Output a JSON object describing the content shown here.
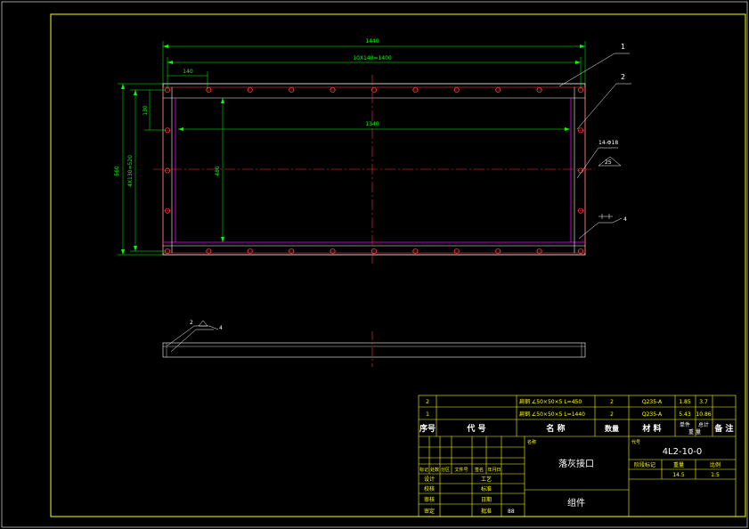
{
  "drawing": {
    "dimensions": {
      "overall_width": "1440",
      "hole_span": "10X140=1400",
      "first_pitch": "140",
      "inner_width": "1340",
      "overall_height": "560",
      "vertical_span": "4X130=520",
      "vertical_pitch": "130",
      "inner_height": "480"
    },
    "callouts": {
      "part1": "1",
      "part2": "2",
      "holes": "14-Φ18",
      "weld1": "4",
      "weld_section": "2",
      "weld_section_size": "4",
      "sym_a": "25"
    }
  },
  "title_block": {
    "parts": [
      {
        "no": "2",
        "code": "",
        "name": "扁钢 ∠50×50×5 L=450",
        "qty": "2",
        "material": "Q235-A",
        "unit": "1.85",
        "total": "3.7"
      },
      {
        "no": "1",
        "code": "",
        "name": "扁钢 ∠50×50×5 L=1440",
        "qty": "2",
        "material": "Q235-A",
        "unit": "5.43",
        "total": "10.86"
      }
    ],
    "headers": {
      "no": "序号",
      "code": "代 号",
      "name": "名 称",
      "qty": "数量",
      "material": "材 料",
      "unit": "单件",
      "total": "总计",
      "weight": "重 量",
      "remark": "备 注"
    },
    "mini_labels": {
      "name_tag": "名称",
      "code_tag": "代号"
    },
    "revision_header": [
      "标记",
      "处数",
      "分区",
      "文件号",
      "签名",
      "年月日"
    ],
    "sign_rows": [
      {
        "left": "设计",
        "right": "工艺"
      },
      {
        "left": "校核",
        "right": "标准"
      },
      {
        "left": "审核",
        "right": "日期"
      },
      {
        "left": "审定",
        "right": "批准"
      }
    ],
    "footer_value": "88",
    "part_name": "落灰接口",
    "assembly_type": "组件",
    "drawing_no": "4L2-10-0",
    "stage_header": [
      "阶段标记",
      "重量",
      "比例"
    ],
    "stage_values": {
      "stage": "",
      "weight": "14.5",
      "scale": "1:5"
    }
  }
}
